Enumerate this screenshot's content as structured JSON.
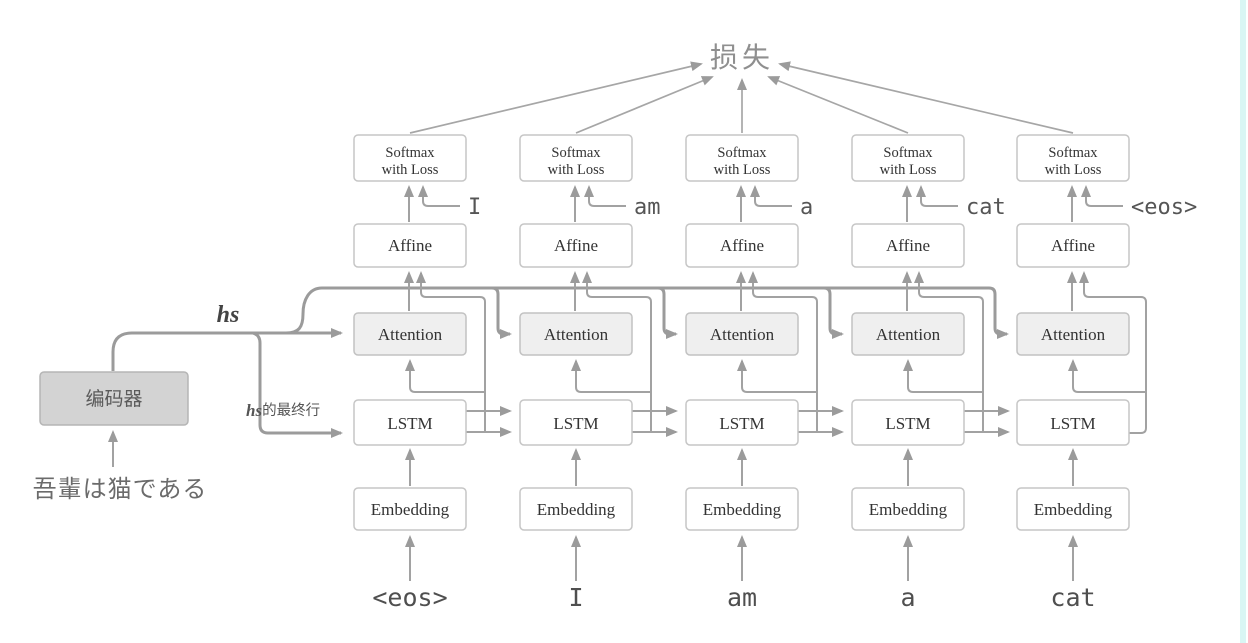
{
  "diagram": {
    "loss_label": "损失",
    "hs_label": "hs",
    "hs_last_row_label": {
      "italic_part": "hs",
      "cjk_part": "的最终行"
    },
    "encoder": {
      "label": "编码器",
      "input_text": "吾輩は猫である"
    },
    "layer_labels": {
      "softmax_line1": "Softmax",
      "softmax_line2": "with Loss",
      "affine": "Affine",
      "attention": "Attention",
      "lstm": "LSTM",
      "embedding": "Embedding"
    },
    "columns": [
      {
        "input_word": "<eos>",
        "target_word": "I"
      },
      {
        "input_word": "I",
        "target_word": "am"
      },
      {
        "input_word": "am",
        "target_word": "a"
      },
      {
        "input_word": "a",
        "target_word": "cat"
      },
      {
        "input_word": "cat",
        "target_word": "<eos>"
      }
    ],
    "colors": {
      "line": "#a2a2a2",
      "thick_line": "#9b9b9b",
      "box_border": "#c6c6c6",
      "attention_fill": "#efefef",
      "encoder_fill": "#d3d3d3",
      "loss_text": "#8f8f8f",
      "edge_stripe": "#d9f6f4"
    }
  }
}
